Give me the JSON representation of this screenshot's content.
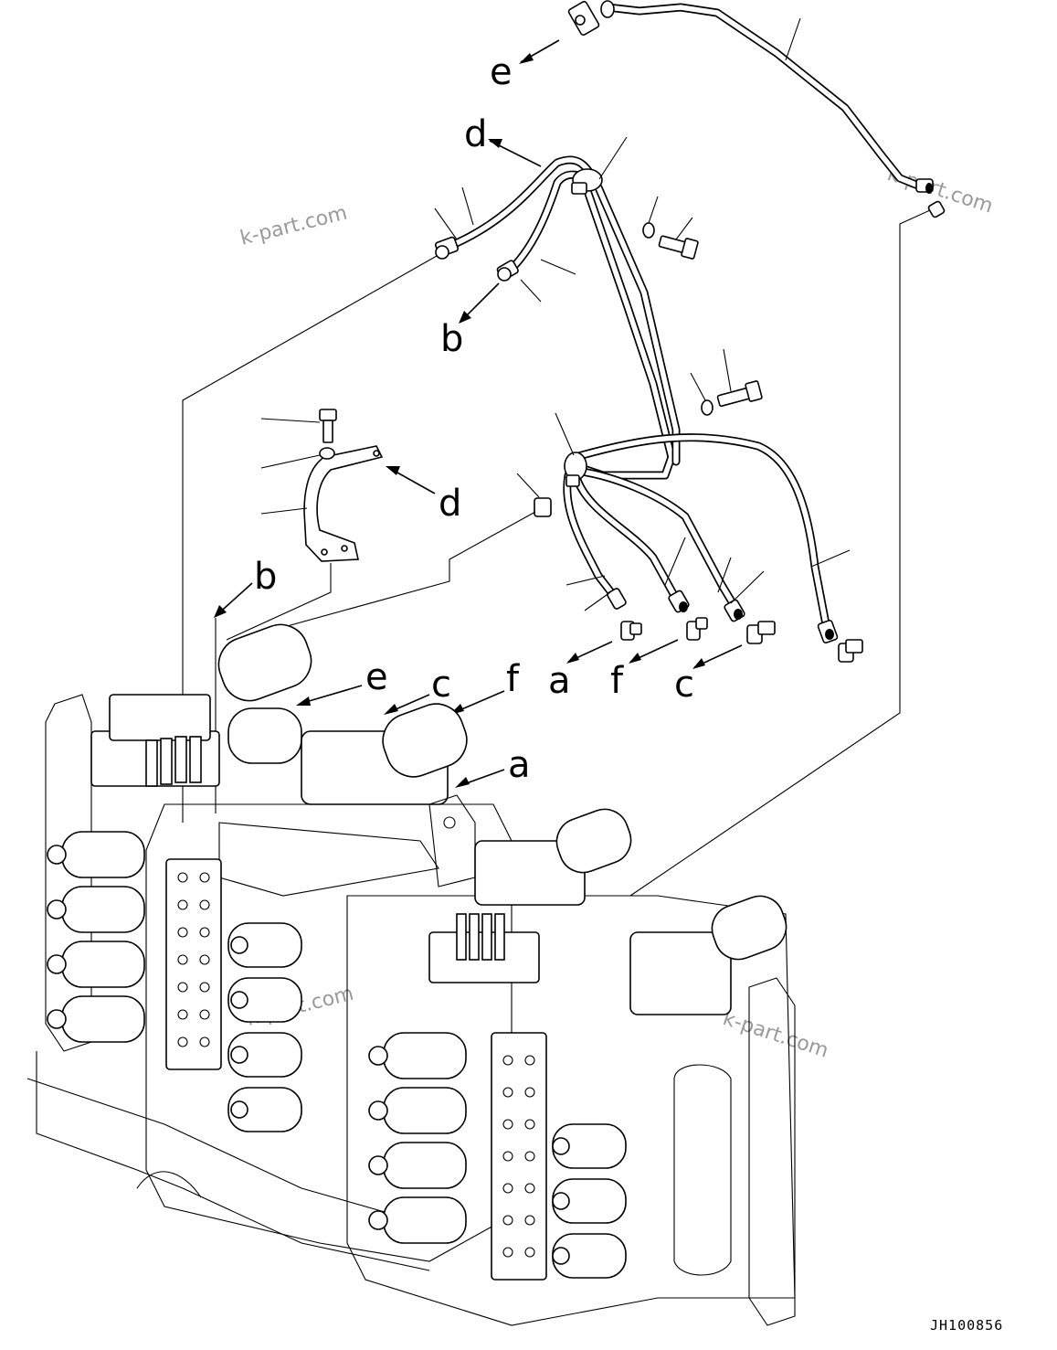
{
  "labels": {
    "e_top": "e",
    "d_top": "d",
    "b_mid": "b",
    "d_bracket": "d",
    "b_left": "b",
    "e_valve": "e",
    "c_valve": "c",
    "f_valve": "f",
    "a_valve": "a",
    "a_fit": "a",
    "f_fit": "f",
    "c_fit": "c"
  },
  "watermarks": {
    "wm1": "k-part.com",
    "wm2": "k-part.com",
    "wm3": "k-part.com",
    "wm4": "k-part.com"
  },
  "drawing_code": "JH100856"
}
